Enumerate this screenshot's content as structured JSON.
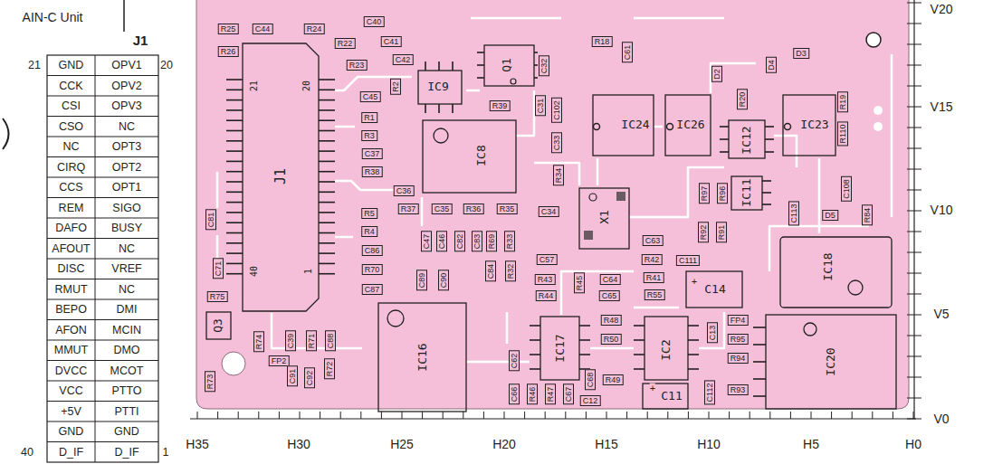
{
  "diagram": {
    "labels": [
      "AIN-C Unit",
      "J1",
      "21",
      "20",
      "40",
      "1",
      "GND",
      "CCK",
      "CSI",
      "CSO",
      "NC",
      "CIRQ",
      "CCS",
      "REM",
      "DAFO",
      "AFOUT",
      "DISC",
      "RMUT",
      "BEPO",
      "AFON",
      "MMUT",
      "DVCC",
      "VCC",
      "+5V",
      "GND",
      "D_IF",
      "OPV1",
      "OPV2",
      "OPV3",
      "NC",
      "OPT3",
      "OPT2",
      "OPT1",
      "SIGO",
      "BUSY",
      "NC",
      "VREF",
      "NC",
      "DMI",
      "MCIN",
      "DMO",
      "MCOT",
      "PTTO",
      "PTTI",
      "GND",
      "D_IF",
      "R25",
      "C44",
      "R24",
      "C40",
      "R22",
      "C41",
      "R26",
      "R23",
      "C42",
      "R2",
      "IC9",
      "Q1",
      "C32",
      "R18",
      "C61",
      "D2",
      "D4",
      "D3",
      "R39",
      "C45",
      "R1",
      "R3",
      "C37",
      "R38",
      "C31",
      "C102",
      "C33",
      "R34",
      "IC8",
      "IC24",
      "IC26",
      "R20",
      "IC23",
      "R19",
      "R110",
      "IC12",
      "C36",
      "R37",
      "C35",
      "R36",
      "R35",
      "C34",
      "X1",
      "R97",
      "R96",
      "IC11",
      "C108",
      "C113",
      "D5",
      "R84",
      "C81",
      "R5",
      "R4",
      "C86",
      "R70",
      "C87",
      "C47",
      "C46",
      "C82",
      "C83",
      "R69",
      "R33",
      "C84",
      "R32",
      "C89",
      "C90",
      "C71",
      "R75",
      "R92",
      "R91",
      "C63",
      "C57",
      "R42",
      "C111",
      "R43",
      "R45",
      "C64",
      "R41",
      "R44",
      "C65",
      "R55",
      "C14",
      "+",
      "IC18",
      "Q3",
      "R74",
      "C39",
      "R71",
      "C88",
      "FP2",
      "C91",
      "C92",
      "R72",
      "R73",
      "IC16",
      "R48",
      "R50",
      "IC17",
      "IC2",
      "C13",
      "FP4",
      "R95",
      "R94",
      "IC20",
      "C62",
      "R49",
      "C66",
      "R46",
      "R47",
      "C67",
      "C68",
      "C12",
      "C11",
      "+",
      "C112",
      "R93",
      "J1",
      "21",
      "20",
      "40",
      "1",
      "H35",
      "H30",
      "H25",
      "H20",
      "H15",
      "H10",
      "H5",
      "H0",
      "V20",
      "V15",
      "V10",
      "V5",
      "V0"
    ]
  }
}
